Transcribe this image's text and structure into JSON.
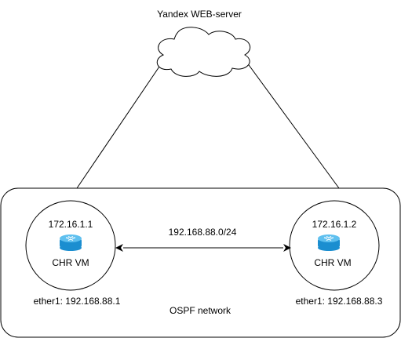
{
  "cloud": {
    "label": "Yandex WEB-server"
  },
  "network": {
    "label": "OSPF network",
    "link_label": "192.168.88.0/24"
  },
  "routers": [
    {
      "loopback": "172.16.1.1",
      "name": "CHR VM",
      "interface": "ether1: 192.168.88.1",
      "icon": "router-icon"
    },
    {
      "loopback": "172.16.1.2",
      "name": "CHR VM",
      "interface": "ether1: 192.168.88.3",
      "icon": "router-icon"
    }
  ],
  "colors": {
    "router_body": "#1ba1e2",
    "router_top": "#5fc0ef",
    "stroke": "#000000"
  }
}
